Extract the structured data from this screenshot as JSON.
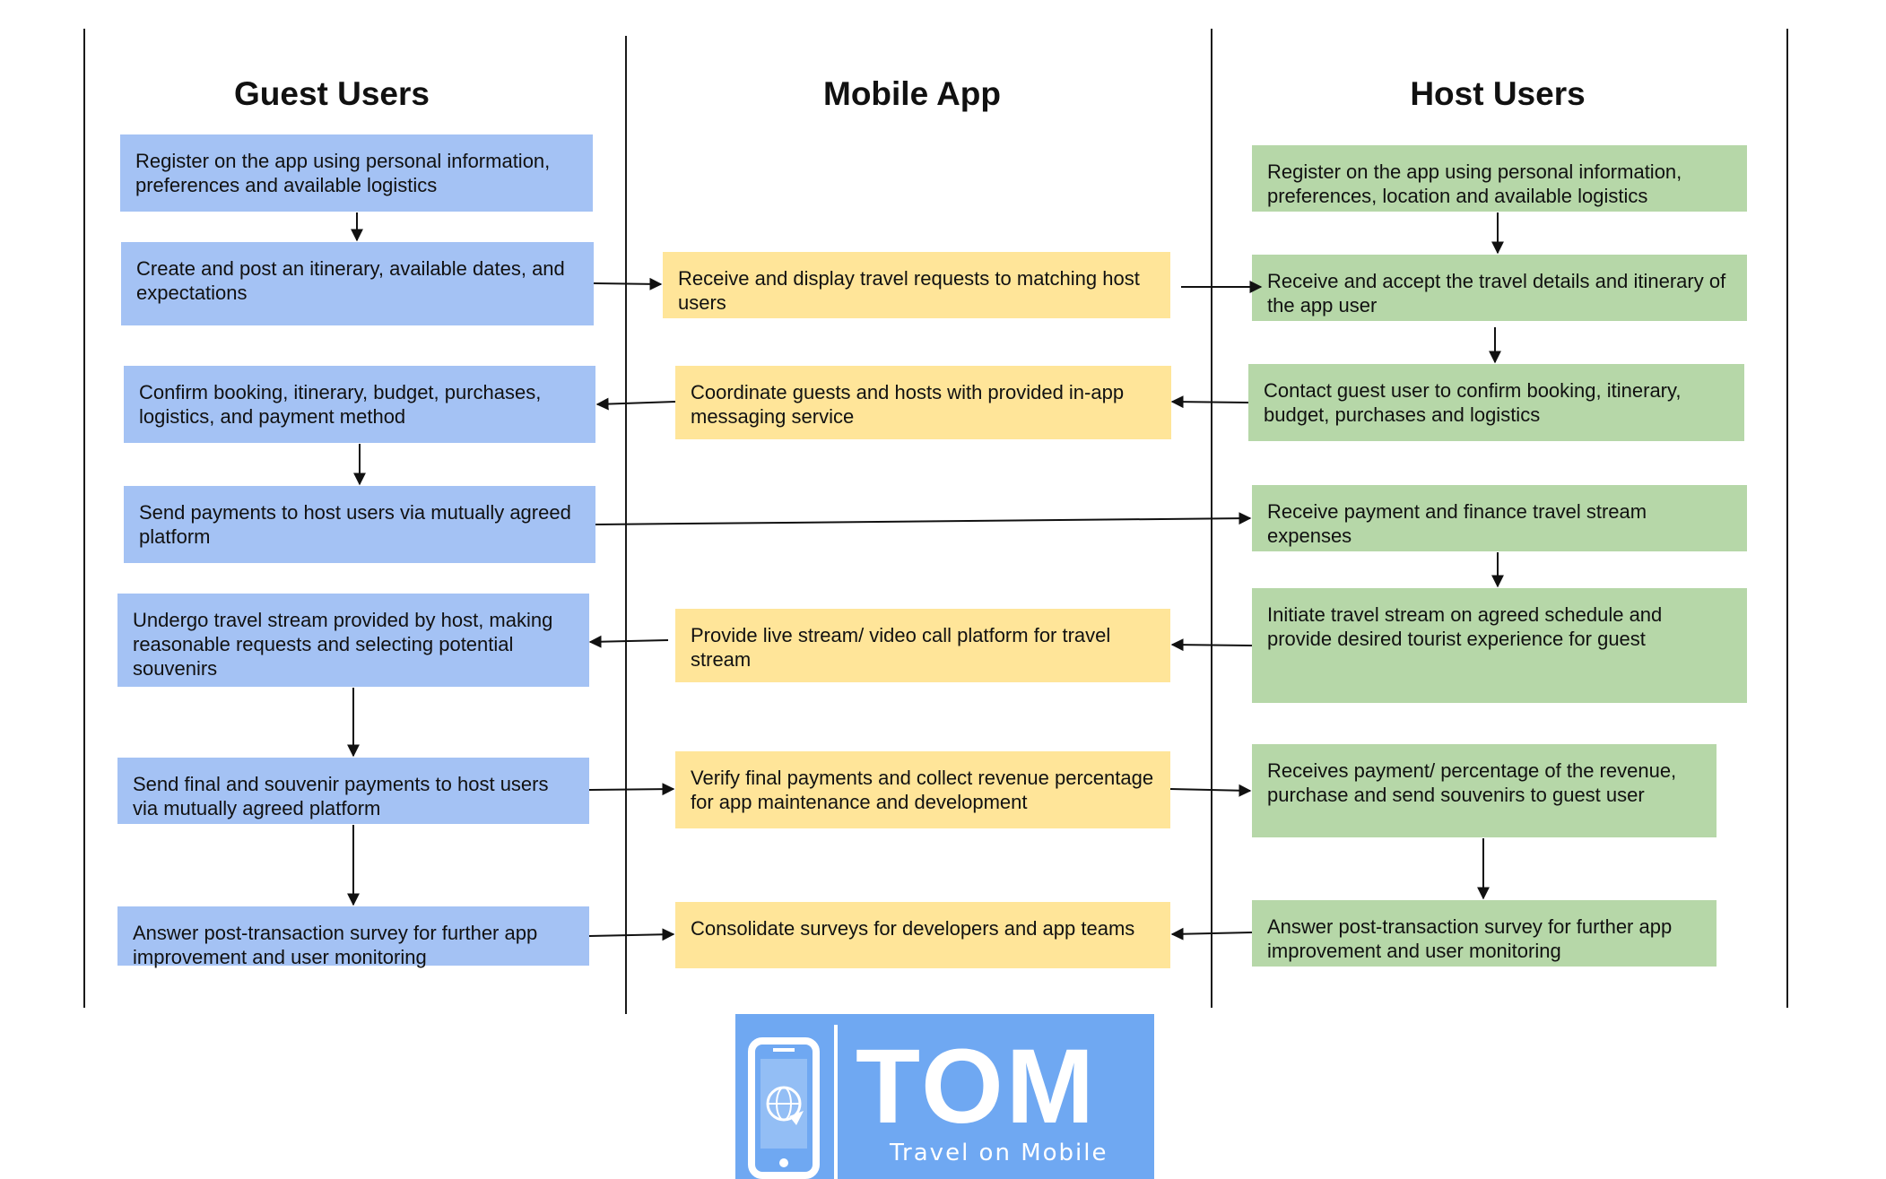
{
  "lanes": {
    "guest": "Guest Users",
    "app": "Mobile App",
    "host": "Host Users"
  },
  "guest_steps": [
    "Register on the app using personal information, preferences and available logistics",
    "Create and post an itinerary, available dates, and expectations",
    "Confirm booking, itinerary, budget, purchases, logistics, and payment method",
    "Send payments to host users via mutually agreed platform",
    "Undergo travel stream provided by host, making reasonable requests and selecting potential souvenirs",
    "Send final and souvenir payments to host users via mutually agreed platform",
    "Answer post-transaction survey for further app improvement and user monitoring"
  ],
  "app_steps": [
    "Receive and display travel requests to matching host users",
    "Coordinate guests and hosts with provided in-app messaging service",
    "Provide live stream/ video call platform for travel stream",
    "Verify final payments and collect revenue percentage for app maintenance and development",
    "Consolidate surveys for developers and app teams"
  ],
  "host_steps": [
    "Register on the app using personal information, preferences, location and available logistics",
    "Receive and accept the travel details and itinerary of the app user",
    "Contact guest user to confirm booking, itinerary, budget, purchases and logistics",
    "Receive payment and finance travel stream expenses",
    "Initiate travel stream on agreed schedule and provide desired tourist experience for guest",
    "Receives payment/ percentage of the revenue, purchase and send souvenirs to guest user",
    "Answer post-transaction survey for further app improvement and user monitoring"
  ],
  "logo": {
    "name": "TOM",
    "tagline": "Travel on Mobile"
  },
  "colors": {
    "guest": "#a4c2f4",
    "app": "#ffe599",
    "host": "#b6d7a8",
    "logo": "#6fa8f2"
  }
}
